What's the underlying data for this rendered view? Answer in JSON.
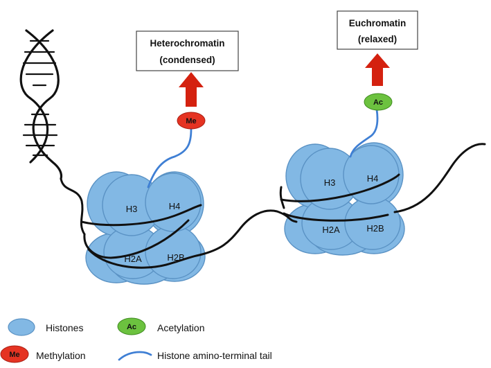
{
  "boxes": {
    "heterochromatin": {
      "line1": "Heterochromatin",
      "line2": "(condensed)"
    },
    "euchromatin": {
      "line1": "Euchromatin",
      "line2": "(relaxed)"
    }
  },
  "marks": {
    "methyl": "Me",
    "acetyl": "Ac"
  },
  "histones": {
    "h3": "H3",
    "h4": "H4",
    "h2a": "H2A",
    "h2b": "H2B"
  },
  "legend": {
    "histones": "Histones",
    "acetylation_badge": "Ac",
    "acetylation": "Acetylation",
    "methylation_badge": "Me",
    "methylation": "Methylation",
    "tail": "Histone amino-terminal tail"
  },
  "colors": {
    "histone_fill": "#82b8e4",
    "histone_stroke": "#5a92c4",
    "methyl": "#e53322",
    "acetyl": "#6cc23f",
    "arrow": "#d4210f",
    "tail": "#3f7fd4",
    "dna": "#111111"
  }
}
